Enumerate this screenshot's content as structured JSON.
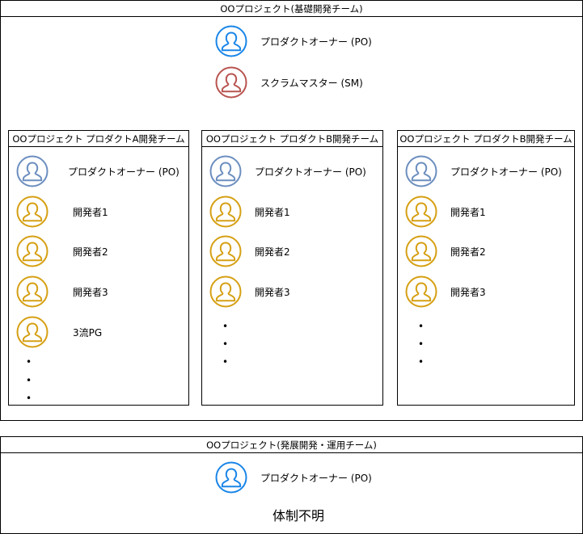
{
  "colors": {
    "po_blue": "#1a86e8",
    "po_gray_blue": "#6c8ebf",
    "sm_red": "#b85450",
    "dev_gold": "#d6a014"
  },
  "icons": {
    "person": "user-icon"
  },
  "main_project": {
    "title": "OOプロジェクト(基礎開発チーム)",
    "product_owner": "プロダクトオーナー (PO)",
    "scrum_master": "スクラムマスター (SM)",
    "teams": [
      {
        "title": "OOプロジェクト プロダクトA開発チーム",
        "product_owner": "プロダクトオーナー (PO)",
        "members": [
          "開発者1",
          "開発者2",
          "開発者3",
          "3流PG"
        ]
      },
      {
        "title": "OOプロジェクト プロダクトB開発チーム",
        "product_owner": "プロダクトオーナー (PO)",
        "members": [
          "開発者1",
          "開発者2",
          "開発者3"
        ]
      },
      {
        "title": "OOプロジェクト プロダクトB開発チーム",
        "product_owner": "プロダクトオーナー (PO)",
        "members": [
          "開発者1",
          "開発者2",
          "開発者3"
        ]
      }
    ]
  },
  "sub_project": {
    "title": "OOプロジェクト(発展開発・運用チーム)",
    "product_owner": "プロダクトオーナー (PO)",
    "status": "体制不明"
  }
}
